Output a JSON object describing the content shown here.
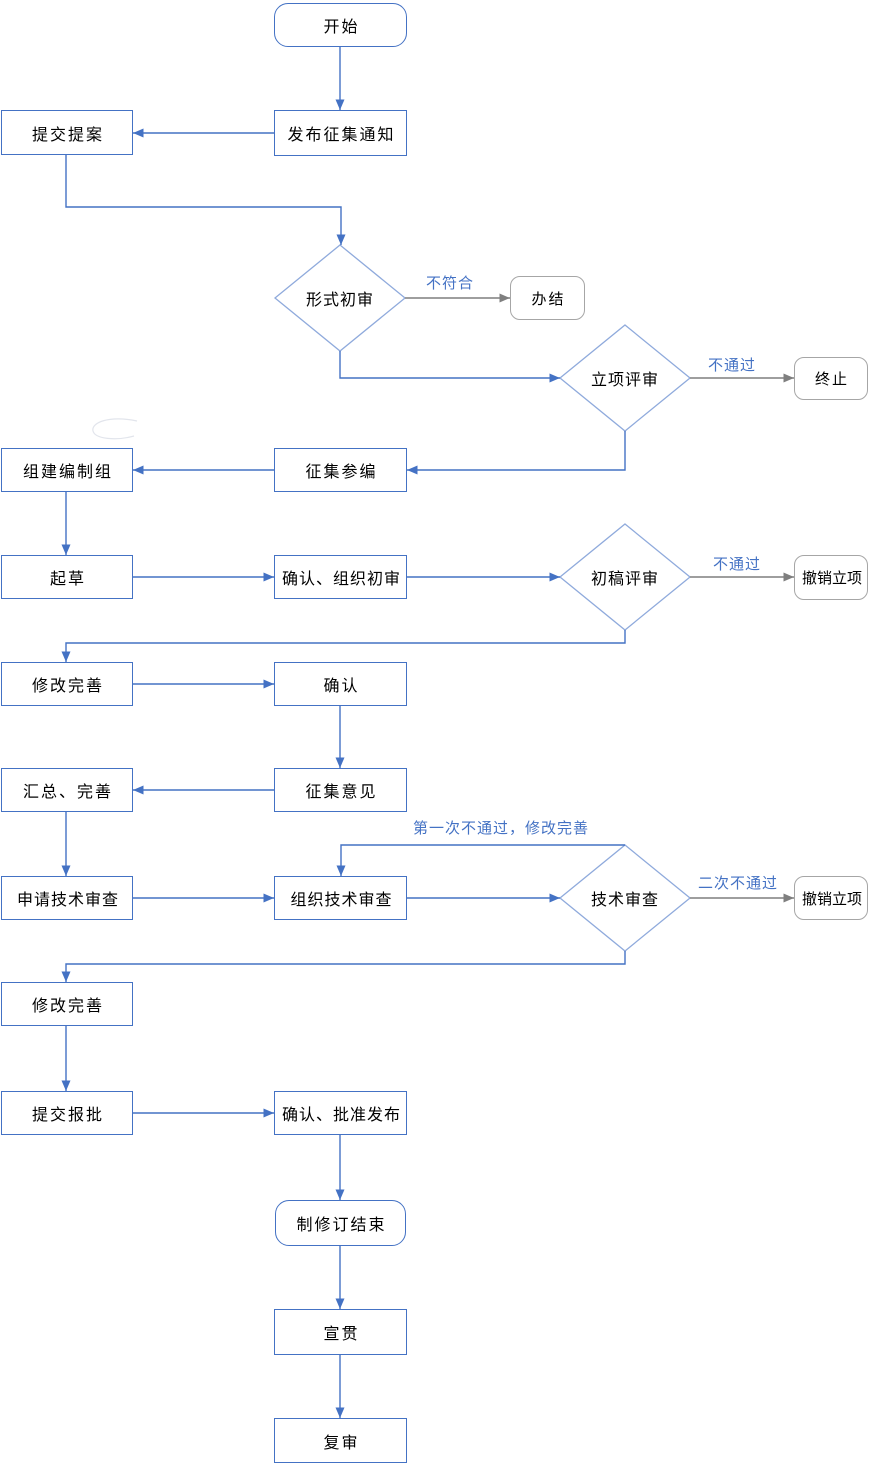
{
  "colors": {
    "node_border": "#4472C4",
    "connector": "#4472C4",
    "diamond_border": "#8FAADC",
    "terminal_border": "#A6A6A6",
    "terminal_connector": "#7F7F7F",
    "label_text": "#4472C4",
    "node_text": "#000000"
  },
  "nodes": {
    "start": "开始",
    "publish_notice": "发布征集通知",
    "submit_proposal": "提交提案",
    "formal_review": "形式初审",
    "close_case": "办结",
    "project_review": "立项评审",
    "terminate": "终止",
    "recruit_editors": "征集参编",
    "form_drafting_group": "组建编制组",
    "draft": "起草",
    "confirm_organize_initial_review": "确认、组织初审",
    "initial_draft_review": "初稿评审",
    "revoke_project_1": "撤销立项",
    "revise_improve_1": "修改完善",
    "confirm": "确认",
    "solicit_opinions": "征集意见",
    "summarize_improve": "汇总、完善",
    "apply_tech_review": "申请技术审查",
    "organize_tech_review": "组织技术审查",
    "tech_review": "技术审查",
    "revoke_project_2": "撤销立项",
    "revise_improve_2": "修改完善",
    "submit_for_approval": "提交报批",
    "confirm_approve_publish": "确认、批准发布",
    "revision_complete": "制修订结束",
    "promote": "宣贯",
    "review": "复审"
  },
  "edge_labels": {
    "not_conform": "不符合",
    "not_pass_project": "不通过",
    "not_pass_draft": "不通过",
    "first_fail_revise": "第一次不通过，修改完善",
    "second_fail": "二次不通过"
  }
}
